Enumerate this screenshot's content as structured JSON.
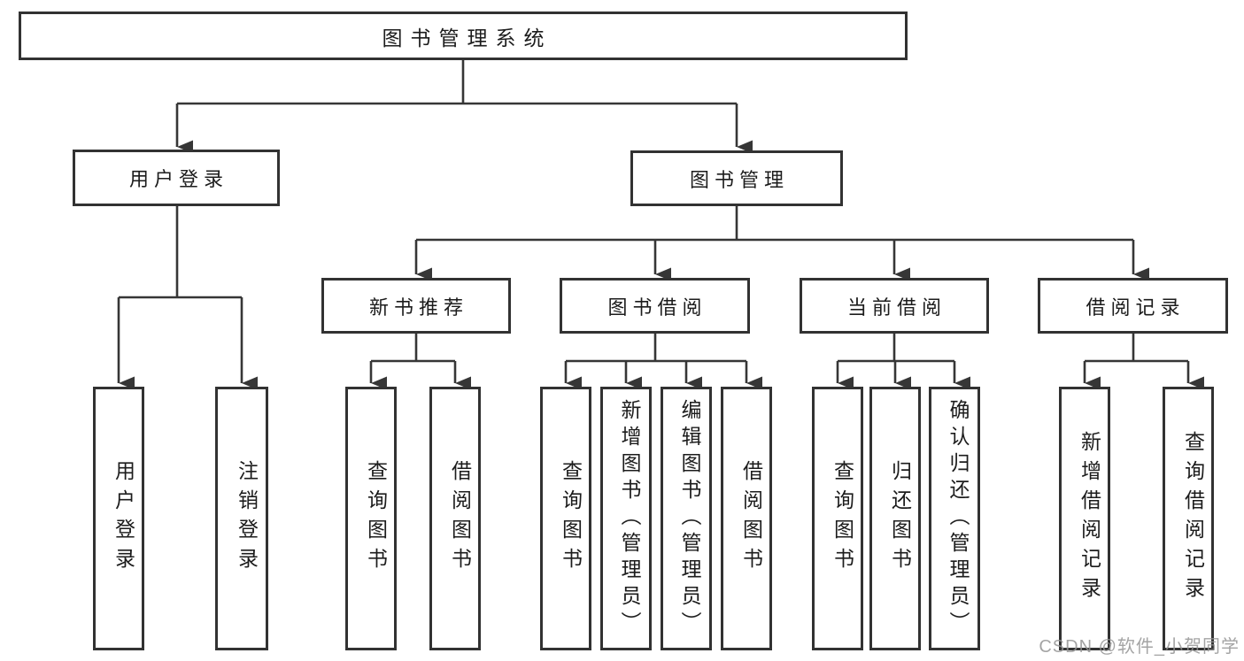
{
  "diagram": {
    "root": {
      "label": "图书管理系统"
    },
    "branches": [
      {
        "label": "用户登录",
        "children": [
          {
            "label": "用户登录"
          },
          {
            "label": "注销登录"
          }
        ]
      },
      {
        "label": "图书管理",
        "children": [
          {
            "label": "新书推荐",
            "children": [
              {
                "label": "查询图书"
              },
              {
                "label": "借阅图书"
              }
            ]
          },
          {
            "label": "图书借阅",
            "children": [
              {
                "label": "查询图书"
              },
              {
                "label": "新增图书（管理员）"
              },
              {
                "label": "编辑图书（管理员）"
              },
              {
                "label": "借阅图书"
              }
            ]
          },
          {
            "label": "当前借阅",
            "children": [
              {
                "label": "查询图书"
              },
              {
                "label": "归还图书"
              },
              {
                "label": "确认归还（管理员）"
              }
            ]
          },
          {
            "label": "借阅记录",
            "children": [
              {
                "label": "新增借阅记录"
              },
              {
                "label": "查询借阅记录"
              }
            ]
          }
        ]
      }
    ]
  },
  "watermark": {
    "text": "CSDN @软件_小贺同学"
  },
  "colors": {
    "line": "#363636",
    "box_border": "#323232",
    "text": "#1c1c1c",
    "watermark": "#949494",
    "background": "#ffffff"
  }
}
